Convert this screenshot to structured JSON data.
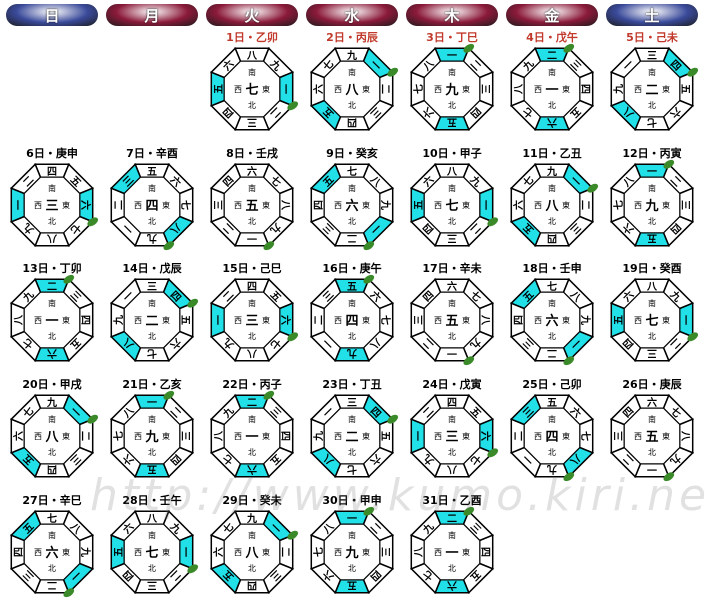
{
  "weekdays": [
    {
      "label": "日",
      "color": "#3a4a9a"
    },
    {
      "label": "月",
      "color": "#8b1a3a"
    },
    {
      "label": "火",
      "color": "#8b1a3a"
    },
    {
      "label": "水",
      "color": "#8b1a3a"
    },
    {
      "label": "木",
      "color": "#8b1a3a"
    },
    {
      "label": "金",
      "color": "#8b1a3a"
    },
    {
      "label": "土",
      "color": "#3a4a9a"
    }
  ],
  "watermark": "http://www.kumo.kiri.net",
  "colors": {
    "highlight": "#22e0e8",
    "leaf": "#3a8a2a"
  },
  "days": [
    {
      "label": "1日・乙卯",
      "red": true,
      "center": "七",
      "ring": [
        "南",
        "東",
        "北",
        "西"
      ],
      "hi": [
        2,
        6
      ]
    },
    {
      "label": "2日・丙辰",
      "red": true,
      "center": "八",
      "ring": [
        "南",
        "東",
        "北",
        "西"
      ],
      "hi": [
        1,
        5
      ]
    },
    {
      "label": "3日・丁巳",
      "red": true,
      "center": "九",
      "ring": [
        "南",
        "東",
        "北",
        "西"
      ],
      "hi": [
        0,
        4
      ]
    },
    {
      "label": "4日・戊午",
      "red": true,
      "center": "一",
      "ring": [
        "南",
        "東",
        "北",
        "西"
      ],
      "hi": [
        0,
        4
      ]
    },
    {
      "label": "5日・己未",
      "red": true,
      "center": "二",
      "ring": [
        "南",
        "東",
        "北",
        "西"
      ],
      "hi": [
        1,
        5
      ]
    },
    {
      "label": "6日・庚申",
      "red": false,
      "center": "三",
      "ring": [
        "南",
        "東",
        "北",
        "西"
      ],
      "hi": [
        2,
        6
      ]
    },
    {
      "label": "7日・辛酉",
      "red": false,
      "center": "四",
      "ring": [
        "南",
        "東",
        "北",
        "西"
      ],
      "hi": [
        3,
        7
      ]
    },
    {
      "label": "8日・壬戌",
      "red": false,
      "center": "五",
      "ring": [
        "南",
        "東",
        "北",
        "西"
      ],
      "hi": []
    },
    {
      "label": "9日・癸亥",
      "red": false,
      "center": "六",
      "ring": [
        "南",
        "東",
        "北",
        "西"
      ],
      "hi": [
        3,
        7
      ]
    },
    {
      "label": "10日・甲子",
      "red": false,
      "center": "七",
      "ring": [
        "南",
        "東",
        "北",
        "西"
      ],
      "hi": [
        2,
        6
      ]
    },
    {
      "label": "11日・乙丑",
      "red": false,
      "center": "八",
      "ring": [
        "南",
        "東",
        "北",
        "西"
      ],
      "hi": [
        1,
        5
      ]
    },
    {
      "label": "12日・丙寅",
      "red": false,
      "center": "九",
      "ring": [
        "南",
        "東",
        "北",
        "西"
      ],
      "hi": [
        0,
        4
      ]
    },
    {
      "label": "13日・丁卯",
      "red": false,
      "center": "一",
      "ring": [
        "南",
        "東",
        "北",
        "西"
      ],
      "hi": [
        0,
        4
      ]
    },
    {
      "label": "14日・戊辰",
      "red": false,
      "center": "二",
      "ring": [
        "南",
        "東",
        "北",
        "西"
      ],
      "hi": [
        1,
        5
      ]
    },
    {
      "label": "15日・己巳",
      "red": false,
      "center": "三",
      "ring": [
        "南",
        "東",
        "北",
        "西"
      ],
      "hi": [
        2,
        6
      ]
    },
    {
      "label": "16日・庚午",
      "red": false,
      "center": "四",
      "ring": [
        "南",
        "東",
        "北",
        "西"
      ],
      "hi": [
        0,
        4
      ]
    },
    {
      "label": "17日・辛未",
      "red": false,
      "center": "五",
      "ring": [
        "南",
        "東",
        "北",
        "西"
      ],
      "hi": []
    },
    {
      "label": "18日・壬申",
      "red": false,
      "center": "六",
      "ring": [
        "南",
        "東",
        "北",
        "西"
      ],
      "hi": [
        3,
        7
      ]
    },
    {
      "label": "19日・癸酉",
      "red": false,
      "center": "七",
      "ring": [
        "南",
        "東",
        "北",
        "西"
      ],
      "hi": [
        2,
        6
      ]
    },
    {
      "label": "20日・甲戌",
      "red": false,
      "center": "八",
      "ring": [
        "南",
        "東",
        "北",
        "西"
      ],
      "hi": [
        1,
        5
      ]
    },
    {
      "label": "21日・乙亥",
      "red": false,
      "center": "九",
      "ring": [
        "南",
        "東",
        "北",
        "西"
      ],
      "hi": [
        0,
        4
      ]
    },
    {
      "label": "22日・丙子",
      "red": false,
      "center": "一",
      "ring": [
        "南",
        "東",
        "北",
        "西"
      ],
      "hi": [
        0,
        4
      ]
    },
    {
      "label": "23日・丁丑",
      "red": false,
      "center": "二",
      "ring": [
        "南",
        "東",
        "北",
        "西"
      ],
      "hi": [
        1,
        5
      ]
    },
    {
      "label": "24日・戊寅",
      "red": false,
      "center": "三",
      "ring": [
        "南",
        "東",
        "北",
        "西"
      ],
      "hi": [
        2,
        6
      ]
    },
    {
      "label": "25日・己卯",
      "red": false,
      "center": "四",
      "ring": [
        "南",
        "東",
        "北",
        "西"
      ],
      "hi": [
        3,
        7
      ]
    },
    {
      "label": "26日・庚辰",
      "red": false,
      "center": "五",
      "ring": [
        "南",
        "東",
        "北",
        "西"
      ],
      "hi": []
    },
    {
      "label": "27日・辛巳",
      "red": false,
      "center": "六",
      "ring": [
        "南",
        "東",
        "北",
        "西"
      ],
      "hi": [
        3,
        7
      ]
    },
    {
      "label": "28日・壬午",
      "red": false,
      "center": "七",
      "ring": [
        "南",
        "東",
        "北",
        "西"
      ],
      "hi": [
        2,
        6
      ]
    },
    {
      "label": "29日・癸未",
      "red": false,
      "center": "八",
      "ring": [
        "南",
        "東",
        "北",
        "西"
      ],
      "hi": [
        1,
        5
      ]
    },
    {
      "label": "30日・甲申",
      "red": false,
      "center": "九",
      "ring": [
        "南",
        "東",
        "北",
        "西"
      ],
      "hi": [
        0,
        4
      ]
    },
    {
      "label": "31日・乙酉",
      "red": false,
      "center": "一",
      "ring": [
        "南",
        "東",
        "北",
        "西"
      ],
      "hi": [
        0,
        4
      ]
    }
  ]
}
